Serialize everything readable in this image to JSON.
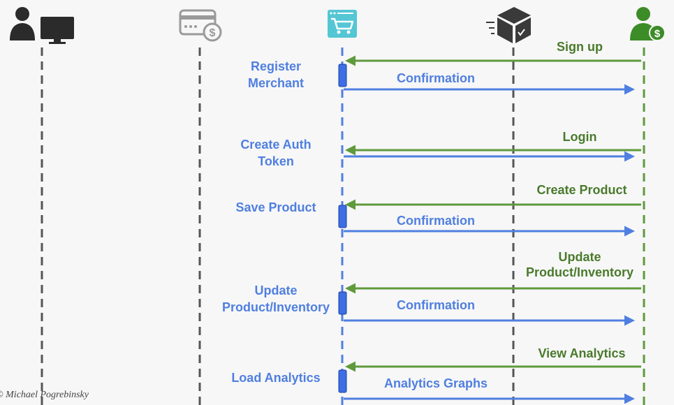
{
  "actors": [
    {
      "id": "developer",
      "icon": "person-computer-icon",
      "color": "#2b2b2b"
    },
    {
      "id": "payment",
      "icon": "credit-card-dollar-icon",
      "color": "#9a9a9a"
    },
    {
      "id": "store",
      "icon": "shopping-cart-window-icon",
      "color": "#54c6d4"
    },
    {
      "id": "delivery",
      "icon": "package-box-icon",
      "color": "#3a3a3a"
    },
    {
      "id": "merchant",
      "icon": "merchant-person-dollar-icon",
      "color": "#3c8c28"
    }
  ],
  "colors": {
    "blue": "#4f7fe0",
    "green": "#5f9a3c",
    "green_text": "#4a7a2c",
    "lifeline_gray": "#555555",
    "activation": "#3d6ee6"
  },
  "steps": [
    {
      "left_label": [
        "Register",
        "Merchant"
      ],
      "incoming": [
        "Sign up"
      ],
      "reply": "Confirmation"
    },
    {
      "left_label": [
        "Create Auth",
        "Token"
      ],
      "incoming": [
        "Login"
      ],
      "reply": ""
    },
    {
      "left_label": [
        "Save Product"
      ],
      "incoming": [
        "Create Product"
      ],
      "reply": "Confirmation"
    },
    {
      "left_label": [
        "Update",
        "Product/Inventory"
      ],
      "incoming": [
        "Update",
        "Product/Inventory"
      ],
      "reply": "Confirmation"
    },
    {
      "left_label": [
        "Load Analytics"
      ],
      "incoming": [
        "View Analytics"
      ],
      "reply": "Analytics Graphs"
    }
  ],
  "credit": "© Michael Pogrebinsky"
}
